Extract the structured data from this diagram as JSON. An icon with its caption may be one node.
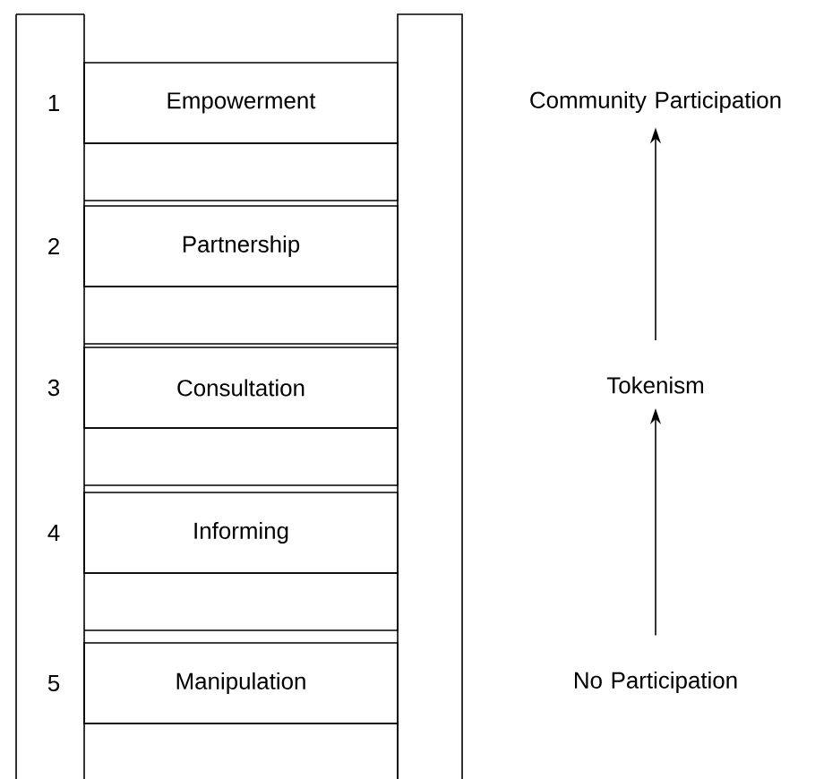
{
  "diagram": {
    "nodes": [
      {
        "text": [
          "Empowerment"
        ],
        "beside": [
          "1"
        ]
      },
      {
        "text": [
          "Partnership"
        ],
        "beside": [
          "2"
        ]
      },
      {
        "text": [
          "Consultation"
        ],
        "beside": [
          "3"
        ]
      },
      {
        "text": [
          "Informing"
        ],
        "beside": [
          "4"
        ]
      },
      {
        "text": [
          "Manipulation"
        ],
        "beside": [
          "5"
        ]
      },
      {
        "text": [
          "Community Participation"
        ]
      },
      {
        "text": [
          "Tokenism"
        ]
      },
      {
        "text": [
          "No Participation"
        ]
      }
    ],
    "edges": [
      {
        "from": 7,
        "to": 6,
        "arrow": "to"
      },
      {
        "from": 6,
        "to": 5,
        "arrow": "to"
      }
    ]
  }
}
